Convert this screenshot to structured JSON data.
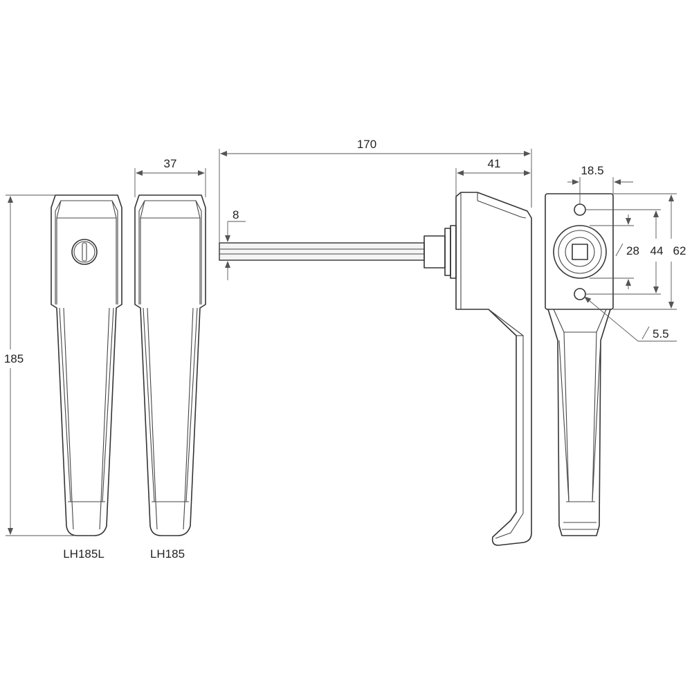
{
  "dimensions": {
    "overall_length": "170",
    "handle_width": "37",
    "plate_depth": "41",
    "spindle": "8",
    "height": "185",
    "hole_offset": "18.5",
    "boss_diameter": "28",
    "hole_spacing": "44",
    "plate_height": "62",
    "hole_diameter": "5.5"
  },
  "labels": {
    "lock_model": "LH185L",
    "plain_model": "LH185"
  },
  "colors": {
    "line": "#333333",
    "dimension": "#555555"
  }
}
